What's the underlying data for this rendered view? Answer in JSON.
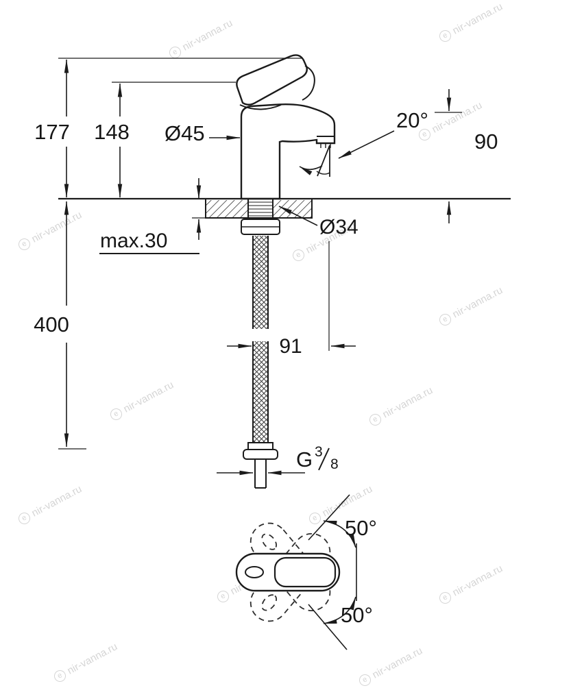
{
  "watermark": {
    "symbol": "e",
    "text": "nir-vanna.ru"
  },
  "dimensions": {
    "total_height": "177",
    "height_to_handle": "148",
    "body_diameter": "Ø45",
    "spout_angle": "20°",
    "spout_outlet_height": "90",
    "max_counter_thickness": "max.30",
    "mounting_hole_diameter": "Ø34",
    "supply_hose_length": "400",
    "spout_reach": "91",
    "thread_prefix": "G",
    "thread_numerator": "3",
    "thread_denominator": "8",
    "handle_swivel_up": "50°",
    "handle_swivel_down": "50°"
  }
}
